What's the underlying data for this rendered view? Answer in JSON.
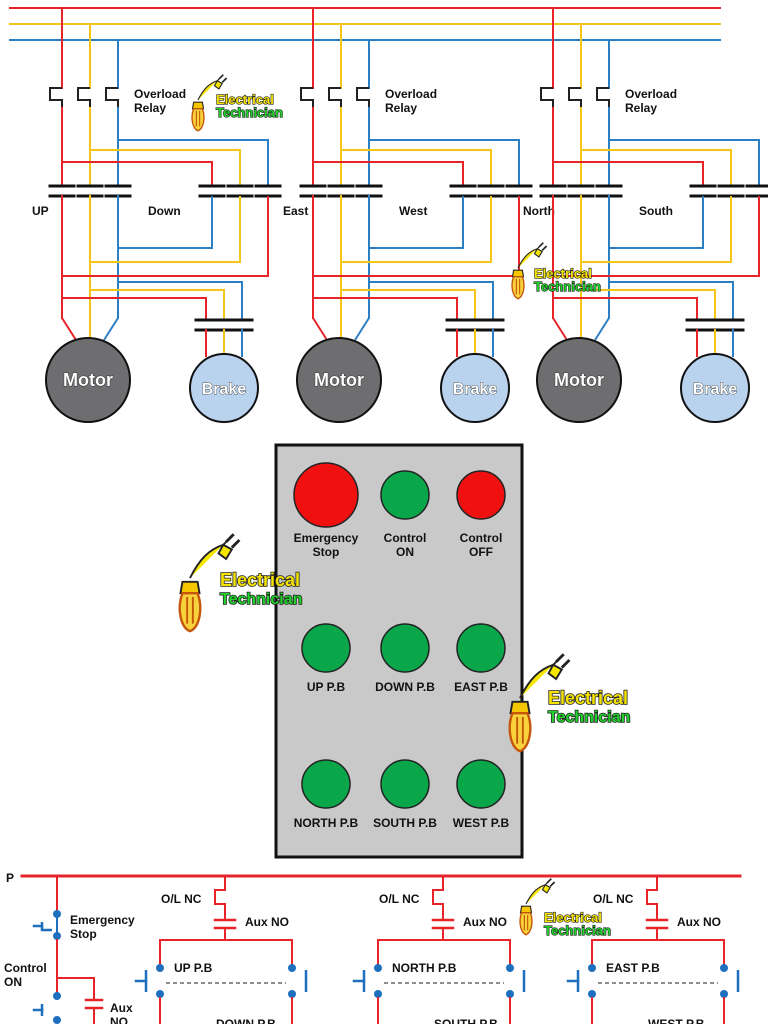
{
  "colors": {
    "phase_red": "#e8242b",
    "phase_yellow": "#f5c518",
    "phase_blue": "#2b7fc4",
    "motor_fill": "#6e6e70",
    "brake_fill": "#b9d3ee",
    "panel_fill": "#c9c9c9",
    "green_button": "#0aa64a",
    "red_button": "#f01010",
    "ladder_blue": "#1f6fbf"
  },
  "power_section": {
    "overload_label": "Overload\nRelay",
    "units": [
      {
        "left_contactor": "UP",
        "right_contactor": "Down",
        "motor": "Motor",
        "brake": "Brake"
      },
      {
        "left_contactor": "East",
        "right_contactor": "West",
        "motor": "Motor",
        "brake": "Brake"
      },
      {
        "left_contactor": "North",
        "right_contactor": "South",
        "motor": "Motor",
        "brake": "Brake"
      }
    ]
  },
  "control_panel": {
    "buttons": [
      {
        "label": "Emergency\nStop",
        "color": "red",
        "size": "large"
      },
      {
        "label": "Control\nON",
        "color": "green",
        "size": "normal"
      },
      {
        "label": "Control\nOFF",
        "color": "red",
        "size": "normal"
      },
      {
        "label": "UP P.B",
        "color": "green",
        "size": "normal"
      },
      {
        "label": "DOWN P.B",
        "color": "green",
        "size": "normal"
      },
      {
        "label": "EAST P.B",
        "color": "green",
        "size": "normal"
      },
      {
        "label": "NORTH P.B",
        "color": "green",
        "size": "normal"
      },
      {
        "label": "SOUTH P.B",
        "color": "green",
        "size": "normal"
      },
      {
        "label": "WEST P.B",
        "color": "green",
        "size": "normal"
      }
    ]
  },
  "ladder": {
    "phase_label": "P",
    "emergency_label": "Emergency\nStop",
    "control_on_label": "Control\nON",
    "aux_no_left": "Aux\nNO",
    "groups": [
      {
        "ol": "O/L NC",
        "aux": "Aux NO",
        "pb_top": "UP P.B",
        "pb_bottom": "DOWN P.B"
      },
      {
        "ol": "O/L NC",
        "aux": "Aux NO",
        "pb_top": "NORTH P.B",
        "pb_bottom": "SOUTH P.B"
      },
      {
        "ol": "O/L NC",
        "aux": "Aux NO",
        "pb_top": "EAST P.B",
        "pb_bottom": "WEST P.B"
      }
    ]
  },
  "watermark": {
    "line1": "Electrical",
    "line2": "Technician"
  }
}
